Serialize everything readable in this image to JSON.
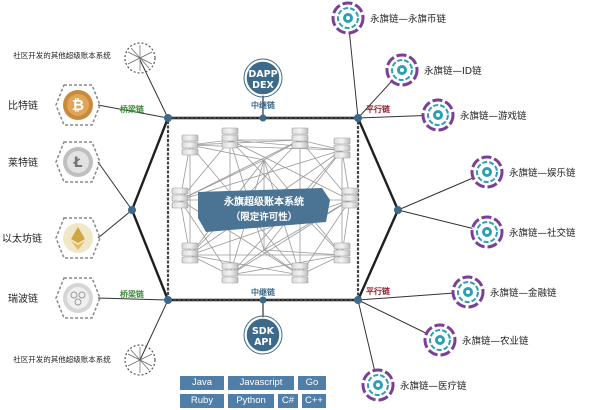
{
  "center": {
    "line1": "永旗超级账本系统",
    "line2": "（限定许可性）"
  },
  "top_hub": {
    "line1": "DAPP",
    "line2": "DEX"
  },
  "bottom_hub": {
    "line1": "SDK",
    "line2": "API"
  },
  "relay_top": "中继链",
  "relay_bottom": "中继链",
  "bridge_top": "桥梁链",
  "bridge_bottom": "桥梁链",
  "parallel_top": "平行链",
  "parallel_bottom": "平行链",
  "community_top": "社区开发的其他超级账本系统",
  "community_bottom": "社区开发的其他超级账本系统",
  "left_chains": [
    "比特链",
    "莱特链",
    "以太坊链",
    "瑞波链"
  ],
  "right_chains": [
    "永旗链—永旗币链",
    "永旗链—ID链",
    "永旗链—游戏链",
    "永旗链—娱乐链",
    "永旗链—社交链",
    "永旗链—金融链",
    "永旗链—农业链",
    "永旗链—医疗链"
  ],
  "languages_row1": [
    "Java",
    "Javascript",
    "Go"
  ],
  "languages_row2": [
    "Ruby",
    "Python",
    "C#",
    "C++"
  ],
  "colors": {
    "accent": "#3d6a8a",
    "bridge_text": "#3e8b3e",
    "parallel_text": "#8e1f2d",
    "frame": "#1f1f1f",
    "node_purple": "#7b3f97",
    "node_teal": "#2c9fb1"
  }
}
